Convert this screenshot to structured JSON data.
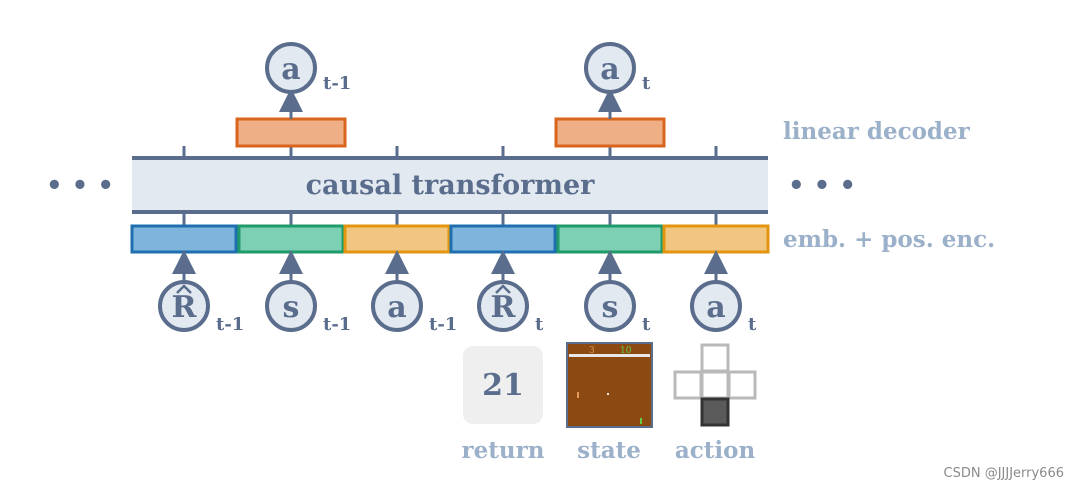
{
  "transformer_label": "causal transformer",
  "decoder_label": "linear decoder",
  "embedding_label": "emb. + pos. enc.",
  "ellipsis_left": "• • •",
  "ellipsis_right": "• • •",
  "outputs": [
    {
      "symbol": "a",
      "sub": "t-1"
    },
    {
      "symbol": "a",
      "sub": "t"
    }
  ],
  "inputs": [
    {
      "symbol": "R",
      "hat": true,
      "sub": "t-1",
      "kind": "return"
    },
    {
      "symbol": "s",
      "hat": false,
      "sub": "t-1",
      "kind": "state"
    },
    {
      "symbol": "a",
      "hat": false,
      "sub": "t-1",
      "kind": "action"
    },
    {
      "symbol": "R",
      "hat": true,
      "sub": "t",
      "kind": "return"
    },
    {
      "symbol": "s",
      "hat": false,
      "sub": "t",
      "kind": "state"
    },
    {
      "symbol": "a",
      "hat": false,
      "sub": "t",
      "kind": "action"
    }
  ],
  "examples": {
    "return_value": "21",
    "return_label": "return",
    "state_label": "state",
    "action_label": "action",
    "state_score_left": "3",
    "state_score_right": "10"
  },
  "colors": {
    "return": "#7fb5dc",
    "return_border": "#1f6fb0",
    "state": "#7ed0b5",
    "state_border": "#1f9a6a",
    "action": "#f0c682",
    "action_border": "#e3950f",
    "decoder": "#eeae86",
    "decoder_border": "#d9641c",
    "node": "#5a6d8c",
    "transformer_fill": "#e3e9f0"
  },
  "watermark": "CSDN @JJJJerry666"
}
